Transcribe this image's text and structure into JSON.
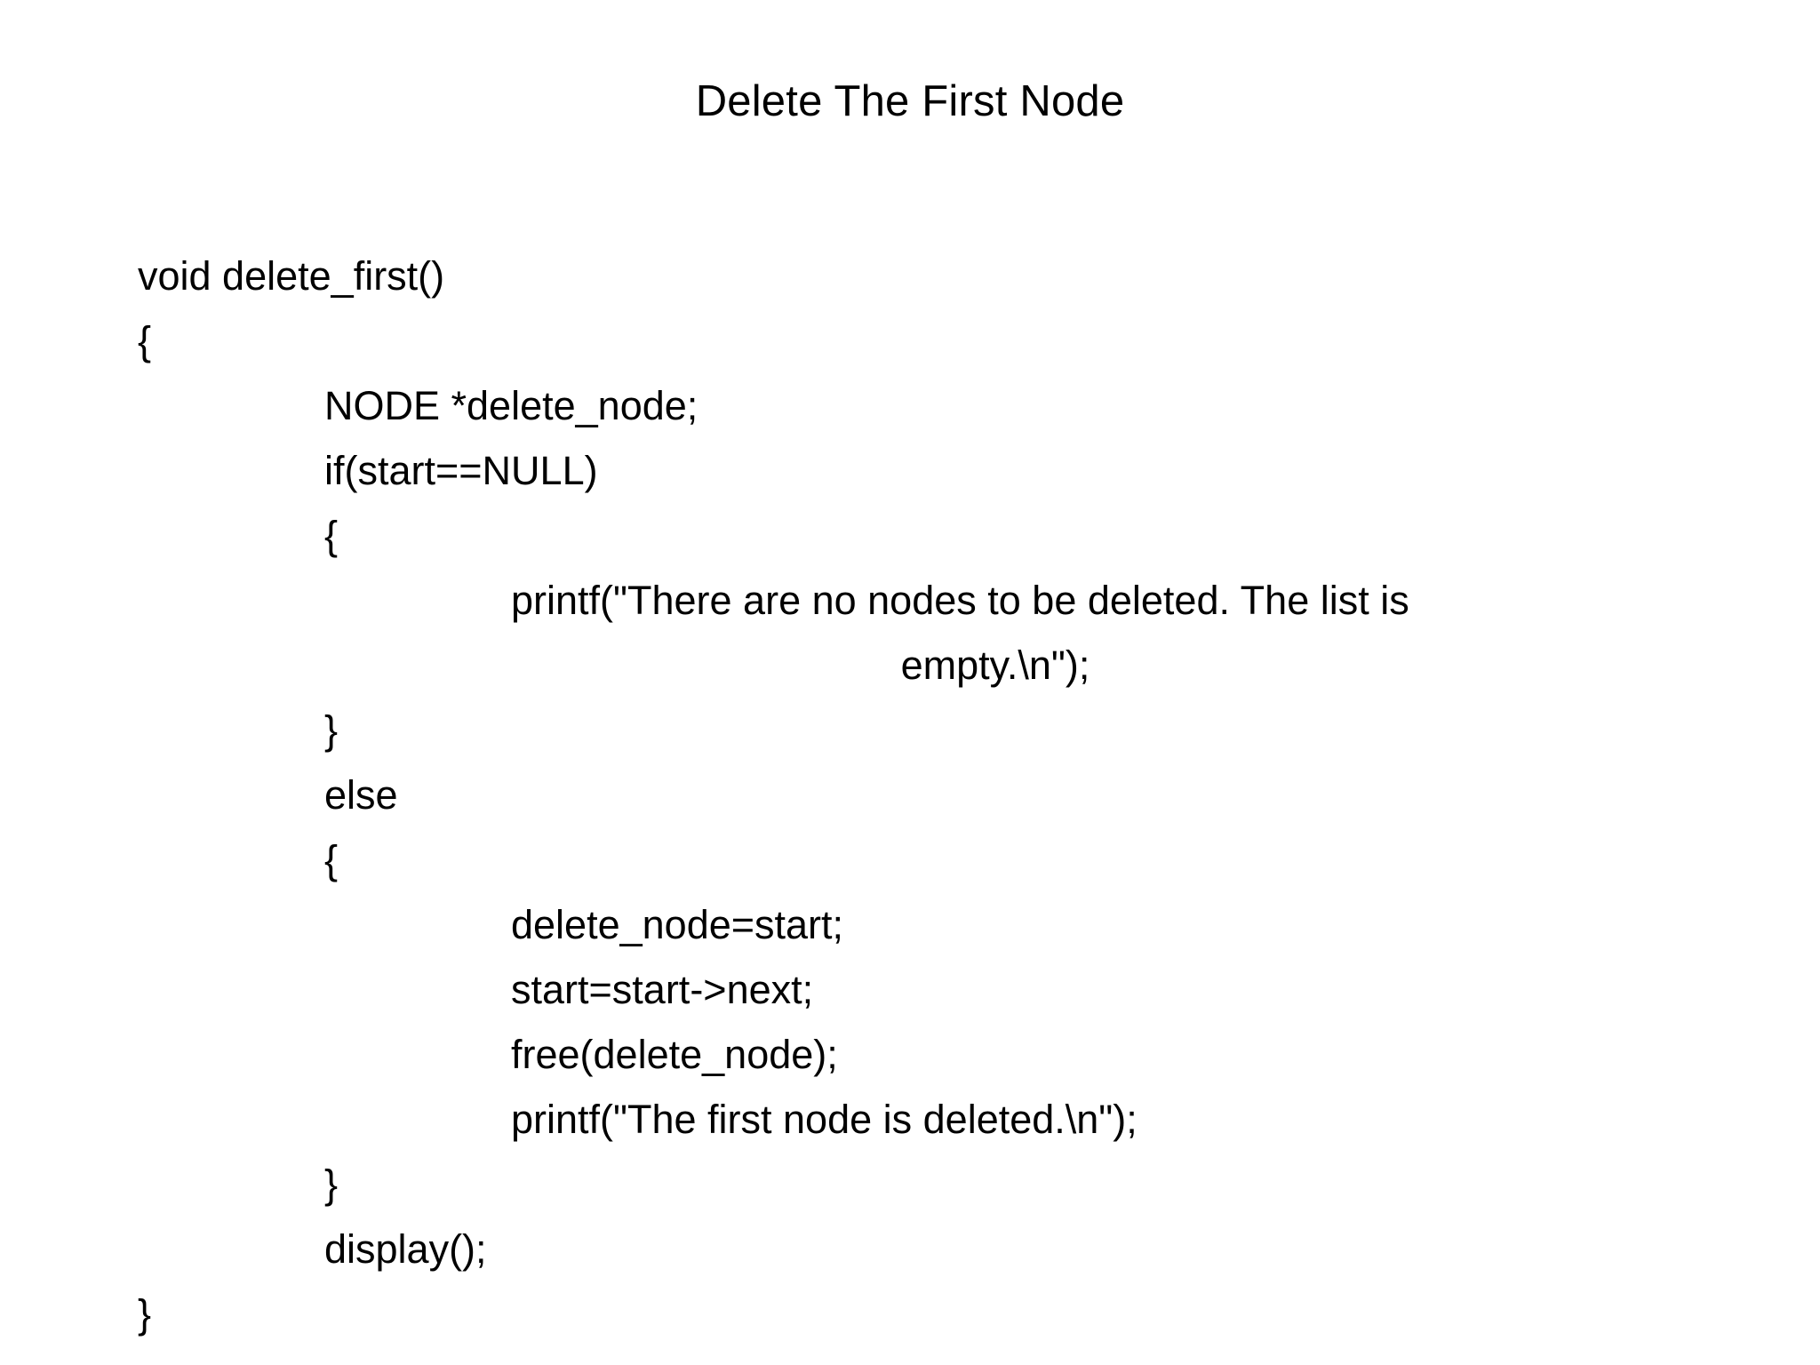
{
  "slide": {
    "background_color": "#ffffff",
    "text_color": "#000000",
    "title": "Delete The First Node"
  },
  "code": {
    "language": "c",
    "lines": [
      {
        "indent": 0,
        "text": "void delete_first()"
      },
      {
        "indent": 0,
        "text": "{"
      },
      {
        "indent": 1,
        "text": "NODE *delete_node;"
      },
      {
        "indent": 1,
        "text": "if(start==NULL)"
      },
      {
        "indent": 1,
        "text": "{"
      },
      {
        "indent": 2,
        "text": "printf(\"There are no nodes to be deleted. The list is"
      },
      {
        "indent": 2,
        "text": "empty.\\n\");",
        "wrapped": true
      },
      {
        "indent": 1,
        "text": "}"
      },
      {
        "indent": 1,
        "text": "else"
      },
      {
        "indent": 1,
        "text": "{"
      },
      {
        "indent": 2,
        "text": "delete_node=start;"
      },
      {
        "indent": 2,
        "text": "start=start->next;"
      },
      {
        "indent": 2,
        "text": "free(delete_node);"
      },
      {
        "indent": 2,
        "text": "printf(\"The first node is deleted.\\n\");"
      },
      {
        "indent": 1,
        "text": "}"
      },
      {
        "indent": 1,
        "text": "display();"
      },
      {
        "indent": 0,
        "text": "}"
      }
    ]
  }
}
